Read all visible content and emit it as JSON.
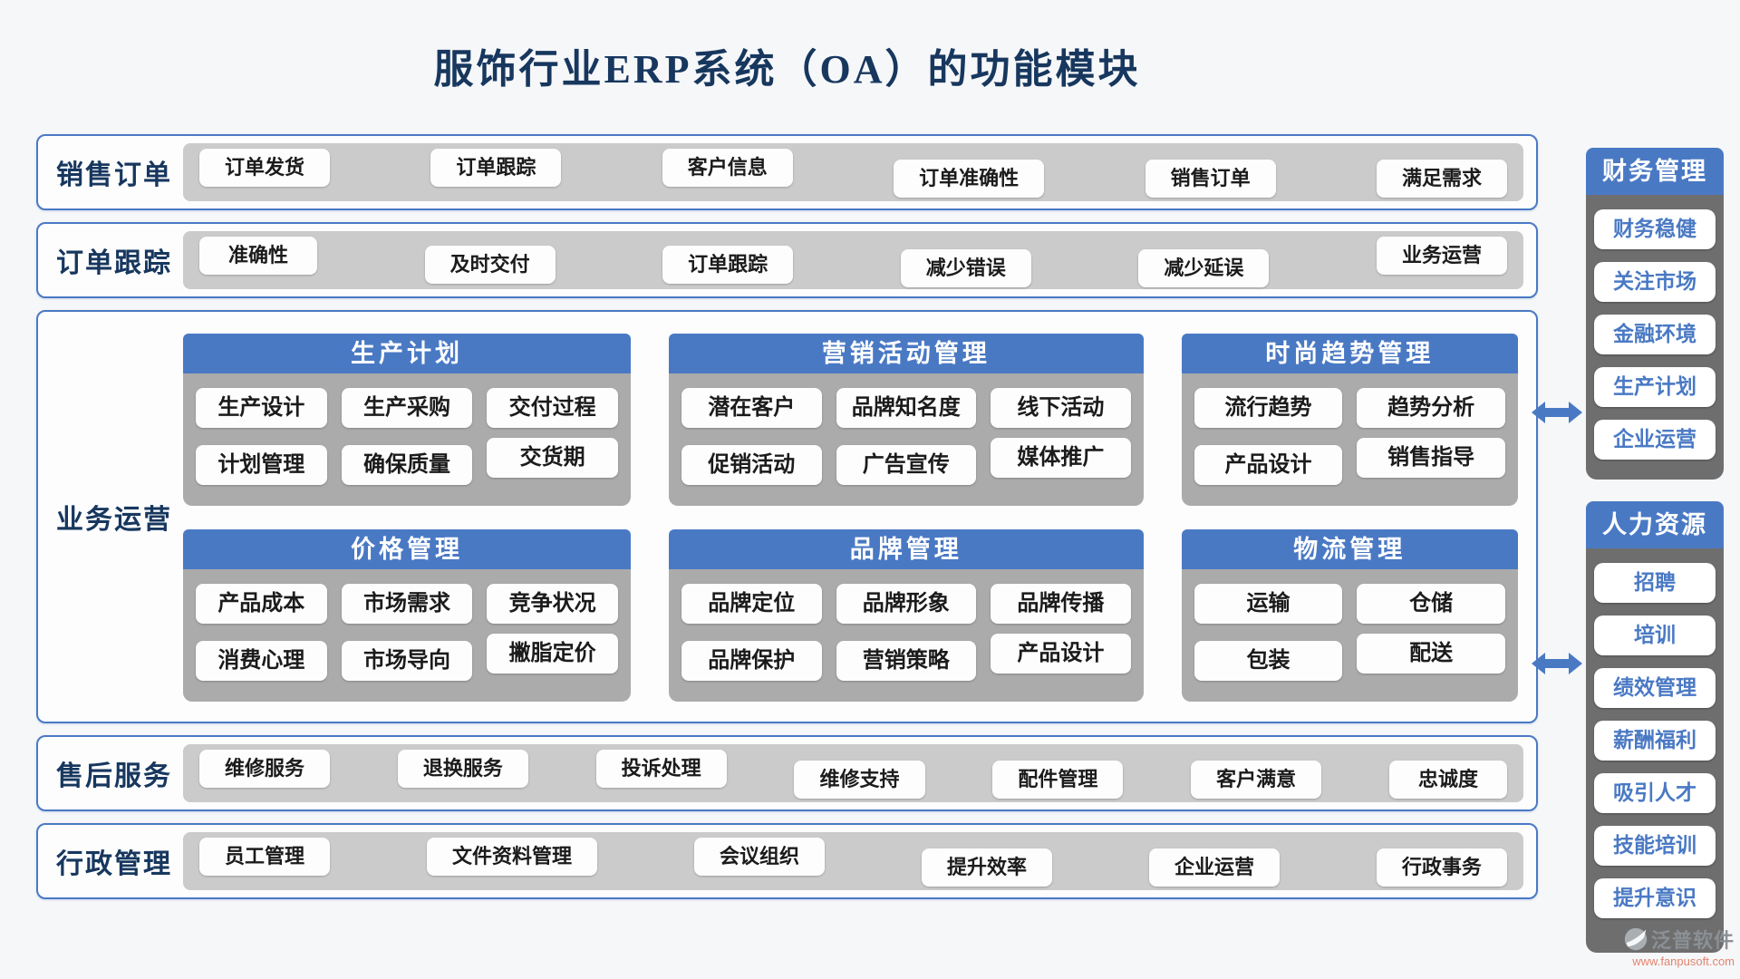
{
  "title": "服饰行业ERP系统（OA）的功能模块",
  "colors": {
    "accent": "#4a79c4",
    "navy": "#17375e",
    "band_grey": "#cbcbcb",
    "card_grey": "#ababab",
    "side_grey": "#6e6e6e",
    "salmon": "#e2846e"
  },
  "sections": {
    "sales": {
      "label": "销售订单",
      "items": [
        "订单发货",
        "订单跟踪",
        "客户信息",
        "订单准确性",
        "销售订单",
        "满足需求"
      ]
    },
    "tracking": {
      "label": "订单跟踪",
      "items": [
        "准确性",
        "及时交付",
        "订单跟踪",
        "减少错误",
        "减少延误",
        "业务运营"
      ]
    },
    "business": {
      "label": "业务运营",
      "cards": [
        {
          "title": "生产计划",
          "row1": [
            "生产设计",
            "生产采购",
            "交付过程"
          ],
          "row2": [
            "计划管理",
            "确保质量",
            "交货期"
          ]
        },
        {
          "title": "营销活动管理",
          "row1": [
            "潜在客户",
            "品牌知名度",
            "线下活动"
          ],
          "row2": [
            "促销活动",
            "广告宣传",
            "媒体推广"
          ]
        },
        {
          "title": "时尚趋势管理",
          "row1": [
            "流行趋势",
            "趋势分析"
          ],
          "row2": [
            "产品设计",
            "销售指导"
          ]
        },
        {
          "title": "价格管理",
          "row1": [
            "产品成本",
            "市场需求",
            "竞争状况"
          ],
          "row2": [
            "消费心理",
            "市场导向",
            "撇脂定价"
          ]
        },
        {
          "title": "品牌管理",
          "row1": [
            "品牌定位",
            "品牌形象",
            "品牌传播"
          ],
          "row2": [
            "品牌保护",
            "营销策略",
            "产品设计"
          ]
        },
        {
          "title": "物流管理",
          "row1": [
            "运输",
            "仓储"
          ],
          "row2": [
            "包装",
            "配送"
          ]
        }
      ]
    },
    "after_sales": {
      "label": "售后服务",
      "items": [
        "维修服务",
        "退换服务",
        "投诉处理",
        "维修支持",
        "配件管理",
        "客户满意",
        "忠诚度"
      ]
    },
    "admin": {
      "label": "行政管理",
      "items": [
        "员工管理",
        "文件资料管理",
        "会议组织",
        "提升效率",
        "企业运营",
        "行政事务"
      ]
    }
  },
  "sidebar": {
    "finance": {
      "title": "财务管理",
      "items": [
        "财务稳健",
        "关注市场",
        "金融环境",
        "生产计划",
        "企业运营"
      ]
    },
    "hr": {
      "title": "人力资源",
      "items": [
        "招聘",
        "培训",
        "绩效管理",
        "薪酬福利",
        "吸引人才",
        "技能培训",
        "提升意识"
      ]
    }
  },
  "footer": {
    "brand": "泛普软件",
    "website": "www.fanpusoft.com"
  }
}
